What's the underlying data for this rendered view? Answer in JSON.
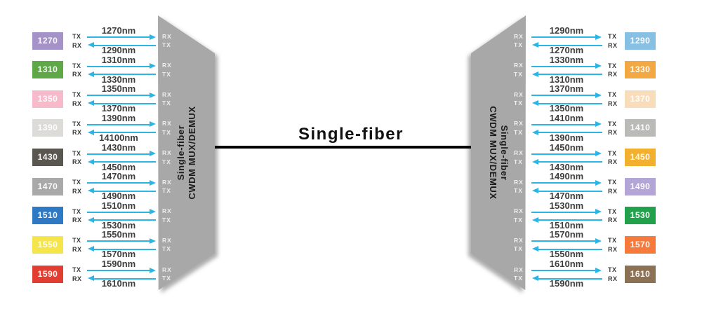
{
  "center": {
    "fiber_label": "Single-fiber"
  },
  "labels": {
    "tx": "TX",
    "rx": "RX"
  },
  "mux_left": {
    "line1": "Single-fiber",
    "line2": "CWDM MUX/DEMUX"
  },
  "mux_right": {
    "line1": "Single-fiber",
    "line2": "CWDM MUX/DEMUX"
  },
  "left_channels": [
    {
      "module": "1270",
      "color": "#a492c8",
      "top_label": "1270nm",
      "bottom_label": "1290nm"
    },
    {
      "module": "1310",
      "color": "#5fa848",
      "top_label": "1310nm",
      "bottom_label": "1330nm"
    },
    {
      "module": "1350",
      "color": "#f7bacb",
      "top_label": "1350nm",
      "bottom_label": "1370nm"
    },
    {
      "module": "1390",
      "color": "#dcdbd7",
      "top_label": "1390nm",
      "bottom_label": "14100nm"
    },
    {
      "module": "1430",
      "color": "#5a5650",
      "top_label": "1430nm",
      "bottom_label": "1450nm"
    },
    {
      "module": "1470",
      "color": "#a9a9a9",
      "top_label": "1470nm",
      "bottom_label": "1490nm"
    },
    {
      "module": "1510",
      "color": "#2e79c3",
      "top_label": "1510nm",
      "bottom_label": "1530nm"
    },
    {
      "module": "1550",
      "color": "#f6e44b",
      "top_label": "1550nm",
      "bottom_label": "1570nm"
    },
    {
      "module": "1590",
      "color": "#e13d30",
      "top_label": "1590nm",
      "bottom_label": "1610nm"
    }
  ],
  "right_channels": [
    {
      "module": "1290",
      "color": "#88c0e4",
      "top_label": "1290nm",
      "bottom_label": "1270nm"
    },
    {
      "module": "1330",
      "color": "#f3a943",
      "top_label": "1330nm",
      "bottom_label": "1310nm"
    },
    {
      "module": "1370",
      "color": "#f9ddbb",
      "top_label": "1370nm",
      "bottom_label": "1350nm"
    },
    {
      "module": "1410",
      "color": "#babab6",
      "top_label": "1410nm",
      "bottom_label": "1390nm"
    },
    {
      "module": "1450",
      "color": "#f3b02e",
      "top_label": "1450nm",
      "bottom_label": "1430nm"
    },
    {
      "module": "1490",
      "color": "#b3a6d6",
      "top_label": "1490nm",
      "bottom_label": "1470nm"
    },
    {
      "module": "1530",
      "color": "#22a14d",
      "top_label": "1530nm",
      "bottom_label": "1510nm"
    },
    {
      "module": "1570",
      "color": "#f57a3c",
      "top_label": "1570nm",
      "bottom_label": "1550nm"
    },
    {
      "module": "1610",
      "color": "#8c7155",
      "top_label": "1610nm",
      "bottom_label": "1590nm"
    }
  ],
  "colors": {
    "arrow": "#2bb5e5",
    "mux_body": "#a8a8a8",
    "fiber_line": "#000000"
  }
}
